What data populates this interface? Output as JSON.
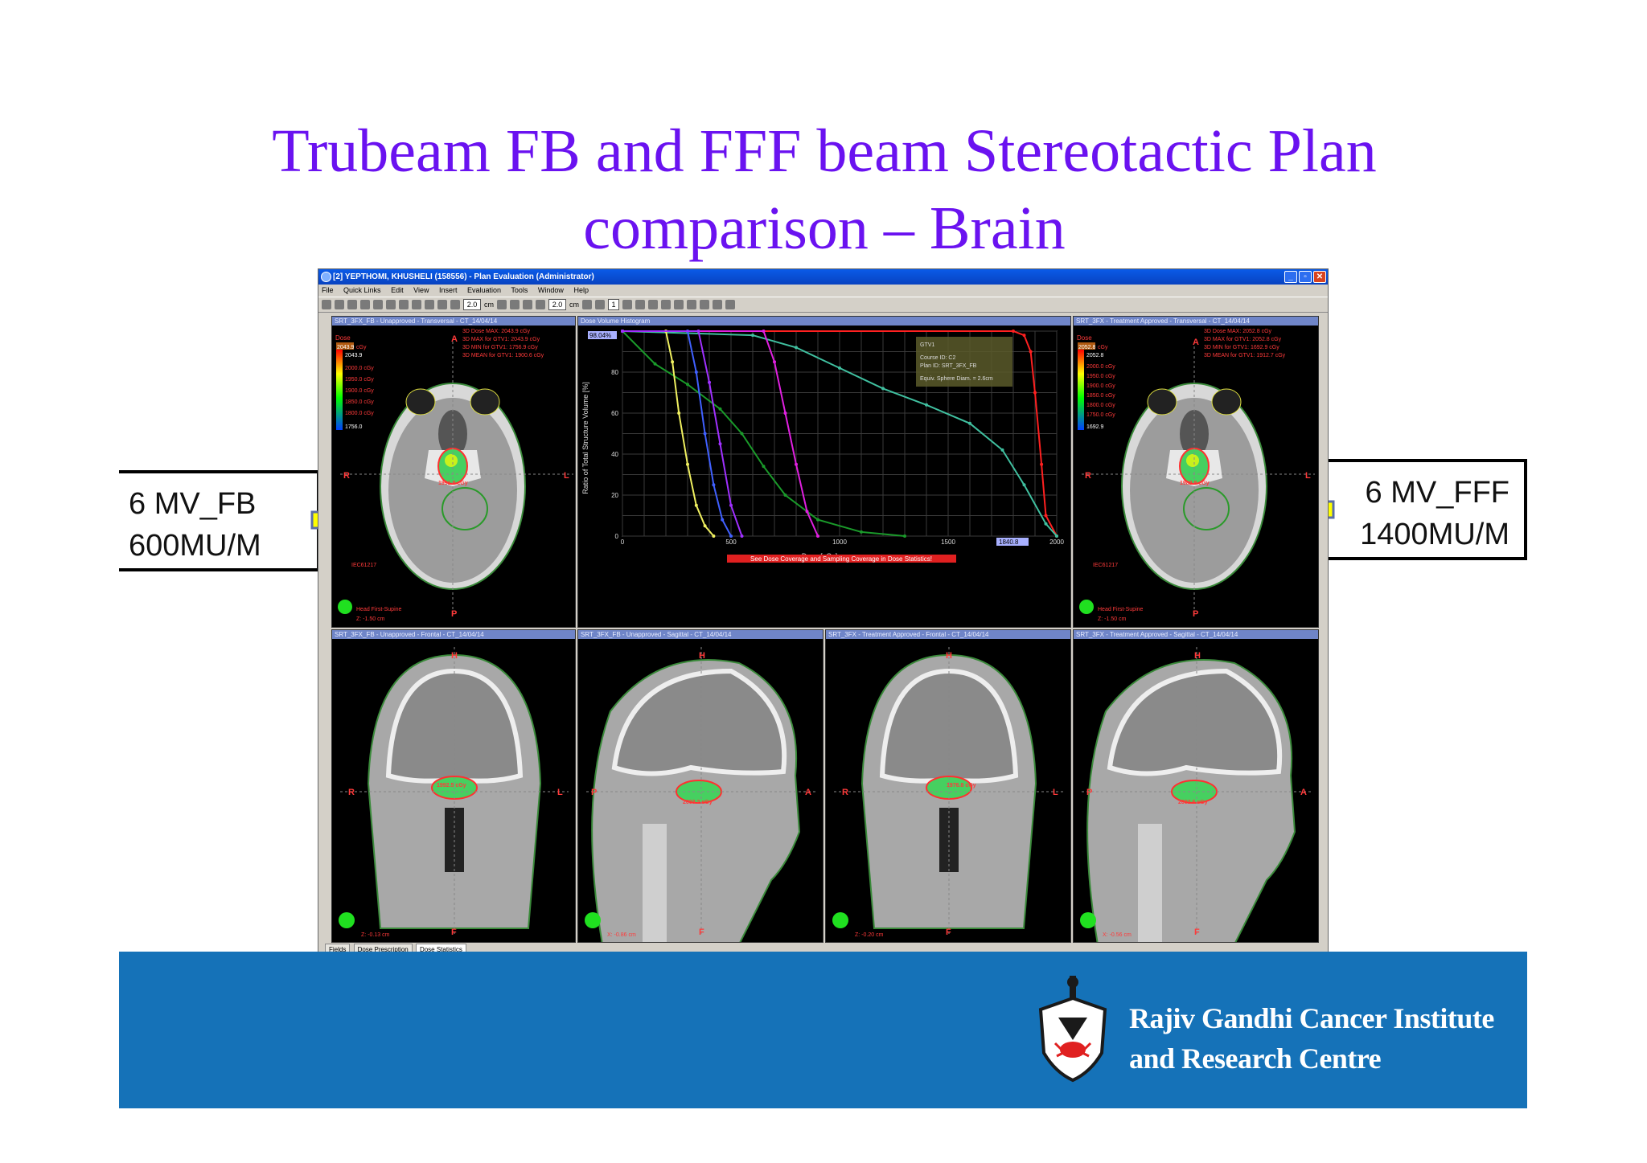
{
  "slide": {
    "title_line1": "Trubeam FB and FFF beam Stereotactic Plan",
    "title_line2": "comparison – Brain",
    "left_callout": {
      "line1": "6 MV_FB",
      "line2": "600MU/M"
    },
    "right_callout": {
      "line1": "6 MV_FFF",
      "line2": "1400MU/M"
    },
    "footer": {
      "institute_line1": "Rajiv Gandhi Cancer Institute",
      "institute_line2": "and Research Centre"
    }
  },
  "window": {
    "title": "[2] YEPTHOMI, KHUSHELI (158556) - Plan Evaluation (Administrator)",
    "menu": [
      "File",
      "Quick Links",
      "Edit",
      "View",
      "Insert",
      "Evaluation",
      "Tools",
      "Window",
      "Help"
    ],
    "toolbar": {
      "field1": "2.0",
      "unit1": "cm",
      "field2": "2.0",
      "unit2": "cm",
      "field3": "1"
    },
    "bottom_tabs": [
      "Fields",
      "Dose Prescription",
      "Dose Statistics"
    ]
  },
  "panels": {
    "fb_transversal": {
      "header": "SRT_3FX_FB - Unapproved - Transversal - CT_14/04/14",
      "dose_label": "Dose",
      "dose_max_box": "2043.9",
      "legend": [
        "cGy",
        "2043.9",
        "2000.0 cGy",
        "1950.0 cGy",
        "1900.0 cGy",
        "1850.0 cGy",
        "1800.0 cGy",
        "1756.0"
      ],
      "stats": [
        "3D Dose MAX: 2043.9 cGy",
        "3D MAX for GTV1: 2043.9 cGy",
        "3D MIN for GTV1: 1756.9 cGy",
        "3D MEAN for GTV1: 1900.6 cGy"
      ],
      "orient": {
        "anterior": "A",
        "right": "R",
        "left": "L",
        "posterior": "P"
      },
      "spot_label": "1991.8 cGy",
      "position": "Head First-Supine",
      "z": "Z: -1.50 cm",
      "iec": "IEC61217"
    },
    "dvh": {
      "header": "Dose Volume Histogram",
      "readout_y": "98.04%",
      "readout_x": "1840.8",
      "legend_box": [
        "GTV1",
        "Course ID: C2",
        "Plan ID: SRT_3FX_FB",
        "Equiv. Sphere Diam. = 2.6cm"
      ],
      "warning": "See Dose Coverage and Sampling Coverage in Dose Statistics!"
    },
    "fff_transversal": {
      "header": "SRT_3FX - Treatment Approved - Transversal - CT_14/04/14",
      "dose_label": "Dose",
      "dose_max_box": "2052.8",
      "legend": [
        "cGy",
        "2052.8",
        "2000.0 cGy",
        "1950.0 cGy",
        "1900.0 cGy",
        "1850.0 cGy",
        "1800.0 cGy",
        "1750.0 cGy",
        "1692.9"
      ],
      "stats": [
        "3D Dose MAX: 2052.8 cGy",
        "3D MAX for GTV1: 2052.8 cGy",
        "3D MIN for GTV1: 1692.9 cGy",
        "3D MEAN for GTV1: 1912.7 cGy"
      ],
      "orient": {
        "anterior": "A",
        "right": "R",
        "left": "L",
        "posterior": "P"
      },
      "spot_label": "1982.8 cGy",
      "position": "Head First-Supine",
      "z": "Z: -1.50 cm",
      "iec": "IEC61217"
    },
    "fb_frontal": {
      "header": "SRT_3FX_FB - Unapproved - Frontal - CT_14/04/14",
      "top": "H",
      "bottom": "F",
      "left": "R",
      "right": "L",
      "spot_label": "1992.5 cGy",
      "coord": "Z: -0.13 cm"
    },
    "fb_sagittal": {
      "header": "SRT_3FX_FB - Unapproved - Sagittal - CT_14/04/14",
      "top": "H",
      "bottom": "F",
      "left": "P",
      "right": "A",
      "spot_label": "2003.2 cGy",
      "coord": "X: -0.86 cm"
    },
    "fff_frontal": {
      "header": "SRT_3FX - Treatment Approved - Frontal - CT_14/04/14",
      "top": "H",
      "bottom": "F",
      "left": "R",
      "right": "L",
      "spot_label": "1976.8 cGy",
      "coord": "Z: -0.20 cm"
    },
    "fff_sagittal": {
      "header": "SRT_3FX - Treatment Approved - Sagittal - CT_14/04/14",
      "top": "H",
      "bottom": "F",
      "left": "P",
      "right": "A",
      "spot_label": "2002.6 cGy",
      "coord": "X: -0.56 cm"
    }
  },
  "chart_data": {
    "type": "line",
    "title": "Dose Volume Histogram",
    "xlabel": "Dose [cGy]",
    "ylabel": "Ratio of Total Structure Volume [%]",
    "xlim": [
      0,
      2000
    ],
    "ylim": [
      0,
      100
    ],
    "x_ticks": [
      0,
      500,
      1000,
      1500,
      2000
    ],
    "y_ticks": [
      0,
      20,
      40,
      60,
      80
    ],
    "grid": true,
    "series": [
      {
        "color": "#ff2020",
        "x": [
          0,
          1800,
          1850,
          1880,
          1900,
          1930,
          1950,
          2000
        ],
        "y": [
          100,
          100,
          98,
          90,
          70,
          35,
          10,
          0
        ]
      },
      {
        "color": "#40c0a0",
        "x": [
          0,
          600,
          800,
          1000,
          1200,
          1400,
          1600,
          1750,
          1850,
          1950,
          2000
        ],
        "y": [
          100,
          98,
          92,
          82,
          72,
          64,
          55,
          42,
          25,
          6,
          0
        ]
      },
      {
        "color": "#1a9a2a",
        "x": [
          0,
          150,
          300,
          450,
          550,
          650,
          750,
          900,
          1100,
          1300
        ],
        "y": [
          100,
          84,
          74,
          62,
          50,
          34,
          20,
          8,
          2,
          0
        ]
      },
      {
        "color": "#e020e0",
        "x": [
          0,
          650,
          700,
          750,
          800,
          850,
          900
        ],
        "y": [
          100,
          100,
          85,
          60,
          35,
          12,
          0
        ]
      },
      {
        "color": "#f0f060",
        "x": [
          0,
          200,
          230,
          260,
          300,
          340,
          380,
          420
        ],
        "y": [
          100,
          100,
          85,
          60,
          35,
          15,
          5,
          0
        ]
      },
      {
        "color": "#4060ff",
        "x": [
          0,
          300,
          340,
          380,
          420,
          460,
          500
        ],
        "y": [
          100,
          100,
          80,
          50,
          25,
          8,
          0
        ]
      },
      {
        "color": "#a030ff",
        "x": [
          0,
          350,
          400,
          450,
          500,
          550
        ],
        "y": [
          100,
          100,
          75,
          45,
          15,
          0
        ]
      }
    ]
  },
  "colors": {
    "title": "#6a12f0",
    "footer": "#1572b8",
    "arrow_fill": "#ffff00",
    "arrow_stroke": "#5a6ea8"
  }
}
